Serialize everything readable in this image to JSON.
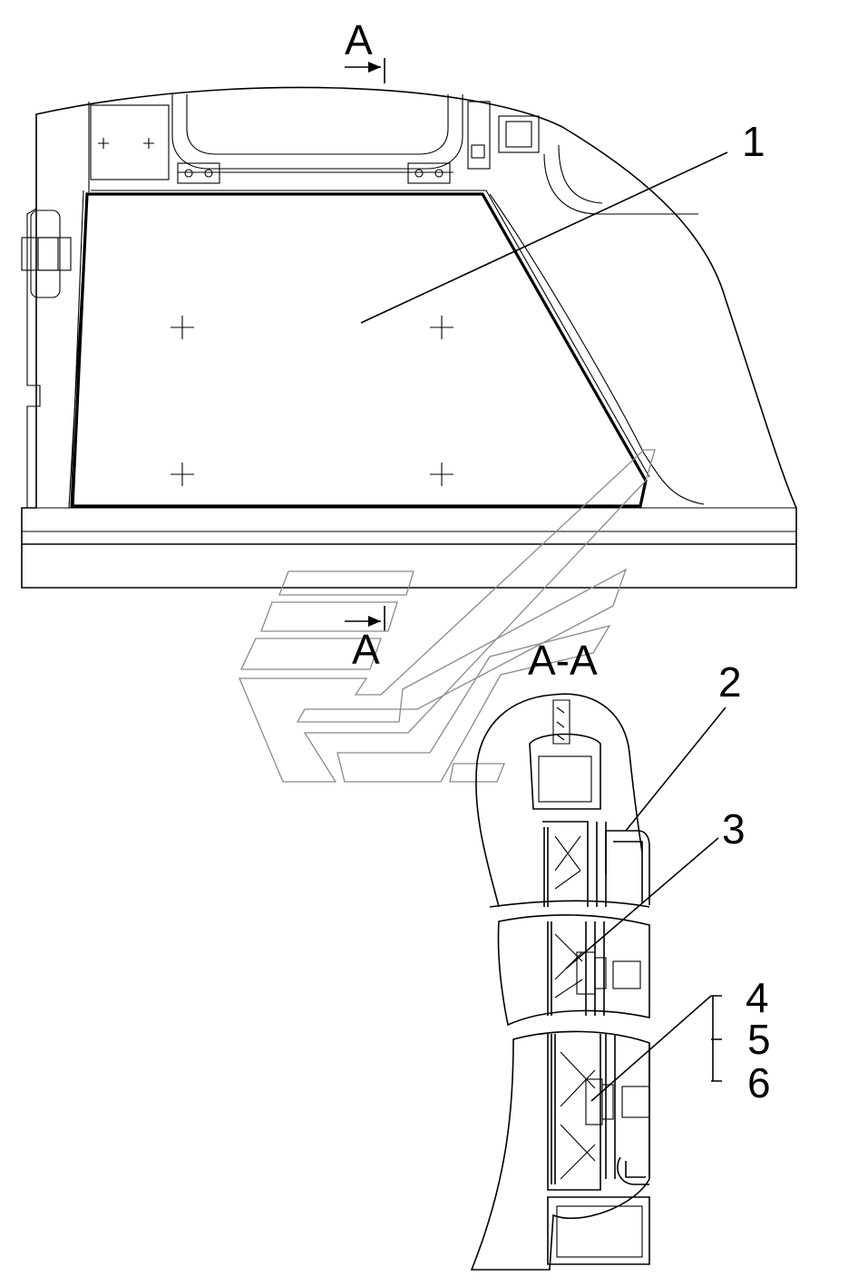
{
  "section_marks": {
    "top": "A",
    "bottom": "A",
    "section_title": "A-A"
  },
  "callouts": {
    "c1": "1",
    "c2": "2",
    "c3": "3",
    "c4": "4",
    "c5": "5",
    "c6": "6"
  },
  "watermark": {
    "icon": "company-logo-watermark-icon",
    "color": "#8a8a8a"
  }
}
